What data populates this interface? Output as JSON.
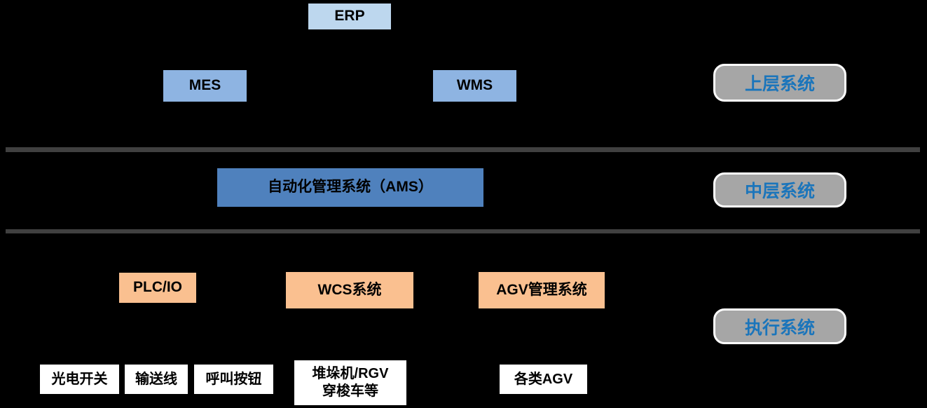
{
  "colors": {
    "bg": "#000000",
    "erp-bg": "#BDD7EE",
    "mid-blue": "#8EB4E2",
    "ams-bg": "#4F81BD",
    "orange": "#FAC090",
    "white-box": "#FFFFFF",
    "badge-bg": "#A6A6A6",
    "badge-text": "#1B75BB",
    "divider": "#404040",
    "box-text": "#000000"
  },
  "top_layer": {
    "erp": "ERP",
    "mes": "MES",
    "wms": "WMS",
    "badge": "上层系统"
  },
  "middle_layer": {
    "ams": "自动化管理系统（AMS）",
    "badge": "中层系统"
  },
  "execution_layer": {
    "plc_io": "PLC/IO",
    "wcs": "WCS系统",
    "agv_mgmt": "AGV管理系统",
    "badge": "执行系统",
    "devices": [
      "光电开关",
      "输送线",
      "呼叫按钮",
      "堆垛机/RGV\n穿梭车等",
      "各类AGV"
    ]
  }
}
